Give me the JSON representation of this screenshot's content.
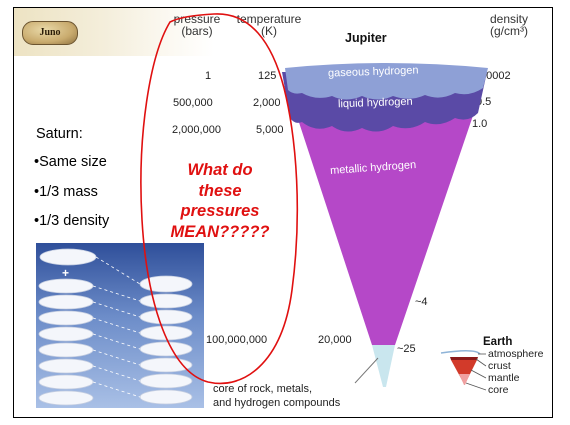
{
  "banner": {
    "logo_text": "Juno"
  },
  "headers": {
    "pressure": "pressure",
    "pressure_unit": "(bars)",
    "temperature": "temperature",
    "temperature_unit": "(K)",
    "planet": "Jupiter",
    "density": "density",
    "density_unit": "(g/cm³)"
  },
  "left_values": [
    {
      "pressure": "1",
      "temperature": "125"
    },
    {
      "pressure": "500,000",
      "temperature": "2,000"
    },
    {
      "pressure": "2,000,000",
      "temperature": "5,000"
    }
  ],
  "core_values": {
    "pressure": "100,000,000",
    "temperature": "20,000"
  },
  "density_values": [
    "0.0002",
    "0.5",
    "1.0",
    "~4",
    "~25"
  ],
  "layers": {
    "gaseous": "gaseous hydrogen",
    "liquid": "liquid hydrogen",
    "metallic": "metallic hydrogen",
    "core_line1": "core of rock, metals,",
    "core_line2": "and hydrogen compounds"
  },
  "earth": {
    "title": "Earth",
    "labels": [
      "atmosphere",
      "crust",
      "mantle",
      "core"
    ]
  },
  "saturn": {
    "title": "Saturn:",
    "bullets": [
      "Same size",
      "1/3 mass",
      "1/3 density"
    ]
  },
  "question": [
    "What do",
    "these",
    "pressures",
    "MEAN?????"
  ],
  "pillow_graphic": {
    "plus": "+"
  },
  "colors": {
    "gaseous": "#8ea0d6",
    "liquid": "#5a4aa6",
    "metallic": "#b548c8",
    "core": "#c9e6ee",
    "question": "#e01010",
    "earth_crust": "#8b1a1a",
    "earth_mantle": "#d23a2a"
  }
}
